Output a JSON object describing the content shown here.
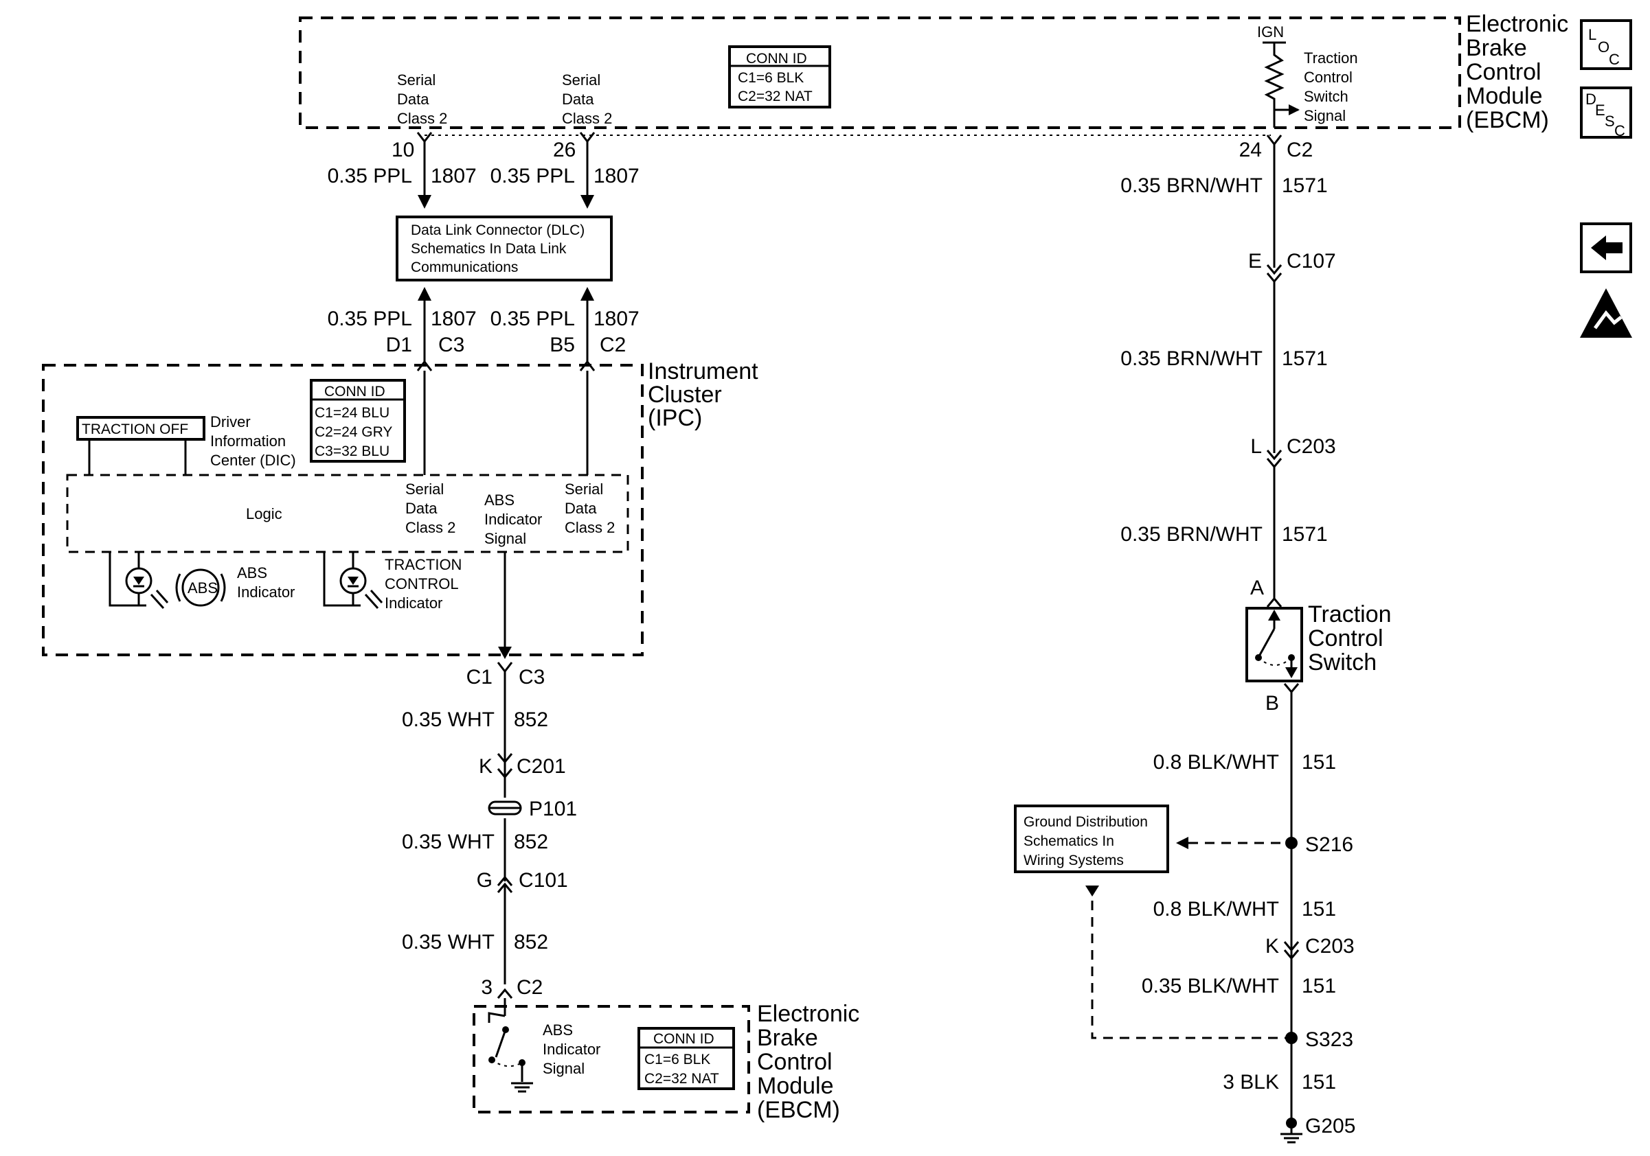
{
  "ebcm_top": {
    "title_lines": [
      "Electronic",
      "Brake",
      "Control",
      "Module",
      "(EBCM)"
    ],
    "conn_id": {
      "title": "CONN ID",
      "lines": [
        "C1=6 BLK",
        "C2=32 NAT"
      ]
    },
    "sdc_left": [
      "Serial",
      "Data",
      "Class 2"
    ],
    "sdc_right": [
      "Serial",
      "Data",
      "Class 2"
    ],
    "ign": "IGN",
    "tcs_signal": [
      "Traction",
      "Control",
      "Switch",
      "Signal"
    ]
  },
  "side_icons": {
    "loc": [
      "L",
      "O",
      "C"
    ],
    "desc": [
      "D",
      "E",
      "S",
      "C"
    ]
  },
  "dlc": {
    "pin_a": "10",
    "pin_b": "26",
    "wire_top_a": {
      "gauge": "0.35 PPL",
      "circuit": "1807"
    },
    "wire_top_b": {
      "gauge": "0.35 PPL",
      "circuit": "1807"
    },
    "box_lines": [
      "Data Link Connector (DLC)",
      "Schematics In Data Link",
      "Communications"
    ],
    "wire_bot_a": {
      "gauge": "0.35 PPL",
      "circuit": "1807"
    },
    "wire_bot_b": {
      "gauge": "0.35 PPL",
      "circuit": "1807"
    },
    "pin_d1": "D1",
    "conn_c3": "C3",
    "pin_b5": "B5",
    "conn_c2": "C2"
  },
  "ipc": {
    "title_lines": [
      "Instrument",
      "Cluster",
      "(IPC)"
    ],
    "conn_id": {
      "title": "CONN ID",
      "lines": [
        "C1=24 BLU",
        "C2=24 GRY",
        "C3=32 BLU"
      ]
    },
    "traction_off": "TRACTION OFF",
    "dic_lines": [
      "Driver",
      "Information",
      "Center (DIC)"
    ],
    "logic": "Logic",
    "sdc_a": [
      "Serial",
      "Data",
      "Class 2"
    ],
    "abs_signal": [
      "ABS",
      "Indicator",
      "Signal"
    ],
    "sdc_b": [
      "Serial",
      "Data",
      "Class 2"
    ],
    "abs_badge": "ABS",
    "abs_indicator": [
      "ABS",
      "Indicator"
    ],
    "tc_indicator": [
      "TRACTION",
      "CONTROL",
      "Indicator"
    ]
  },
  "left_circuit": {
    "pin_c1": "C1",
    "conn_c3": "C3",
    "w1": {
      "gauge": "0.35 WHT",
      "circuit": "852"
    },
    "pin_k": "K",
    "conn_c201": "C201",
    "p101": "P101",
    "w2": {
      "gauge": "0.35 WHT",
      "circuit": "852"
    },
    "pin_g": "G",
    "conn_c101": "C101",
    "w3": {
      "gauge": "0.35 WHT",
      "circuit": "852"
    },
    "pin_3": "3",
    "conn_c2": "C2"
  },
  "ebcm_bottom": {
    "title_lines": [
      "Electronic",
      "Brake",
      "Control",
      "Module",
      "(EBCM)"
    ],
    "abs_signal": [
      "ABS",
      "Indicator",
      "Signal"
    ],
    "conn_id": {
      "title": "CONN ID",
      "lines": [
        "C1=6 BLK",
        "C2=32 NAT"
      ]
    }
  },
  "right_circuit": {
    "pin_24": "24",
    "conn_c2": "C2",
    "w1": {
      "gauge": "0.35 BRN/WHT",
      "circuit": "1571"
    },
    "pin_e": "E",
    "conn_c107": "C107",
    "w2": {
      "gauge": "0.35 BRN/WHT",
      "circuit": "1571"
    },
    "pin_l": "L",
    "conn_c203": "C203",
    "w3": {
      "gauge": "0.35 BRN/WHT",
      "circuit": "1571"
    },
    "pin_a": "A",
    "tcs_lines": [
      "Traction",
      "Control",
      "Switch"
    ],
    "pin_b": "B",
    "w4": {
      "gauge": "0.8 BLK/WHT",
      "circuit": "151"
    },
    "ground_box": [
      "Ground Distribution",
      "Schematics In",
      "Wiring Systems"
    ],
    "s216": "S216",
    "w5": {
      "gauge": "0.8 BLK/WHT",
      "circuit": "151"
    },
    "pin_k": "K",
    "conn_c203b": "C203",
    "w6": {
      "gauge": "0.35 BLK/WHT",
      "circuit": "151"
    },
    "s323": "S323",
    "w7": {
      "gauge": "3 BLK",
      "circuit": "151"
    },
    "g205": "G205"
  }
}
